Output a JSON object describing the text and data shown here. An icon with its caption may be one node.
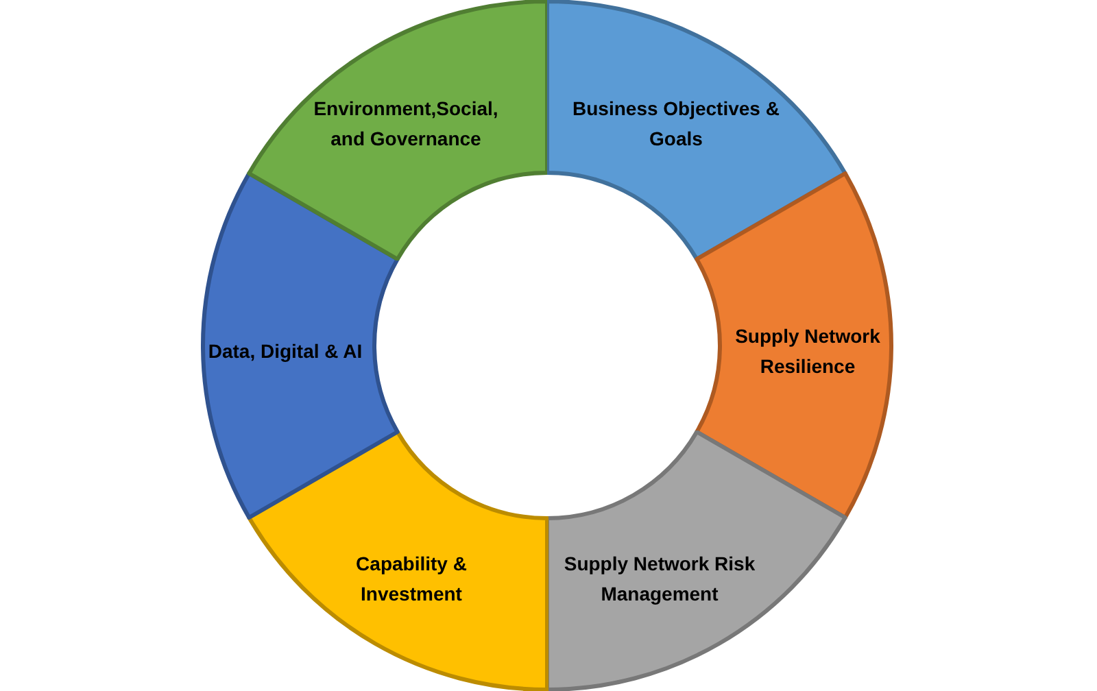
{
  "diagram": {
    "nodes": [
      {
        "text": [
          "Business Objectives & Goals"
        ]
      },
      {
        "text": [
          "Supply Network Resilience"
        ]
      },
      {
        "text": [
          "Supply Network Risk Management"
        ]
      },
      {
        "text": [
          "Capability & Investment"
        ]
      },
      {
        "text": [
          "Data, Digital & AI"
        ]
      },
      {
        "text": [
          "Environment,Social, and Governance"
        ]
      }
    ]
  }
}
